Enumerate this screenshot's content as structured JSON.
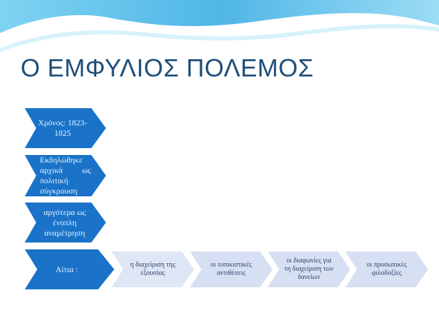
{
  "title": "Ο ΕΜΦΥΛΙΟΣ ΠΟΛΕΜΟΣ",
  "colors": {
    "accent_blue": "#1a73c8",
    "light_chevron": "#d7e0f2",
    "title": "#1f4e79",
    "wave": "#5ec3ee"
  },
  "blue_chevrons": [
    {
      "text": "Χρόνος: 1823-1825"
    },
    {
      "text": "Εκδηλώθηκε αρχικά ως πολιτική σύγκρουση"
    },
    {
      "text": "αργότερα ως ένοπλη αναμέτρηση"
    },
    {
      "text": "Αίτια :"
    }
  ],
  "causes": [
    {
      "text": "η διαχείριση της εξουσίας"
    },
    {
      "text": "οι τοπικιστικές αντιθέσεις"
    },
    {
      "text": "οι διαφωνίες για τη διαχείριση των δανείων"
    },
    {
      "text": "οι προσωπικές φιλοδοξίες"
    }
  ]
}
